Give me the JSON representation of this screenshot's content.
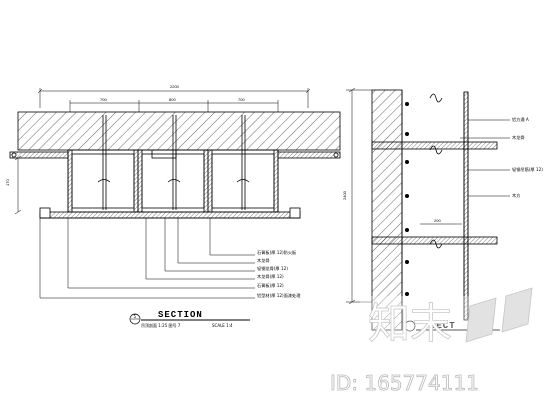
{
  "left_section": {
    "overall_dimension": "2200",
    "bay_dimensions": [
      "700",
      "800",
      "700"
    ],
    "side_dimension": "170",
    "callouts": [
      "石膏板(厚 12)防火板",
      "木龙骨",
      "轻钢龙骨(厚 12)",
      "木龙骨(厚 12)",
      "石膏板(厚 12)",
      "铝型材(厚 12)面漆处理"
    ],
    "title": {
      "circle_label": "5",
      "heading": "SECTION",
      "subtitle": "吊顶剖面 1:25  图号 7",
      "scale": "SCALE 1:4"
    }
  },
  "right_section": {
    "vertical_dimension": "2400",
    "mid_dimension": "200",
    "callouts": [
      "铝方通 A",
      "木龙骨",
      "轻钢吊筋(厚 12)",
      "木方"
    ],
    "title_heading": "SECT"
  },
  "watermark": {
    "logo_text": "知末",
    "id_text": "ID: 165774111"
  }
}
